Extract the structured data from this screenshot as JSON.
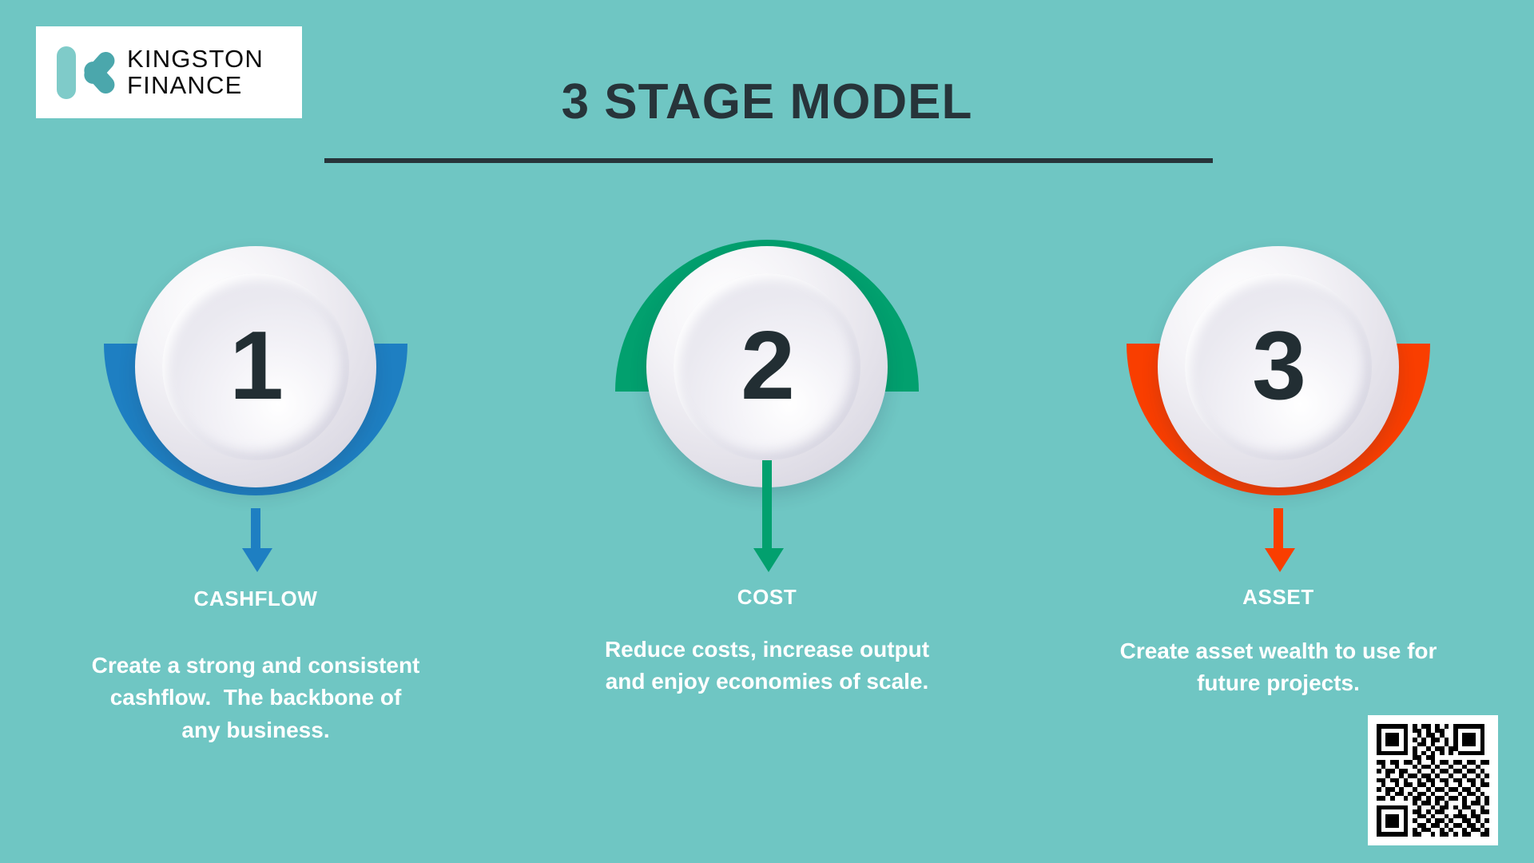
{
  "background_color": "#6FC6C3",
  "logo": {
    "mark_name": "kingston-k-mark",
    "line1": "KINGSTON",
    "line2": "FINANCE",
    "mark_light_color": "#7FCBC9",
    "mark_dark_color": "#4BA7AC"
  },
  "header": {
    "title": "3 STAGE MODEL",
    "title_color": "#27343A",
    "rule_color": "#27343A"
  },
  "stages": [
    {
      "number": "1",
      "label": "CASHFLOW",
      "description": "Create a strong and consistent\ncashflow.  The backbone of\nany business.",
      "accent": "#1E7FC2",
      "arc_position": "bottom"
    },
    {
      "number": "2",
      "label": "COST",
      "description": "Reduce costs, increase output\nand enjoy economies of scale.",
      "accent": "#02A06E",
      "arc_position": "top"
    },
    {
      "number": "3",
      "label": "ASSET",
      "description": "Create asset wealth to use for\nfuture projects.",
      "accent": "#F93E00",
      "arc_position": "bottom"
    }
  ],
  "qr": {
    "name": "qr-code",
    "modules": [
      "1111111010110101011111110",
      "1000001011010110010000010",
      "1011101001011010010111010",
      "1011101010101101010111010",
      "1011101001101001010111010",
      "1000001010010110110000010",
      "1111111010101010101111110",
      "0000000011011000000000000",
      "1101101101001011011011011",
      "0100100010110100100100100",
      "1011011001001011011011010",
      "0010010110110100100100101",
      "1101101001011011011011010",
      "0100101101101001001001011",
      "1011010010010110110110100",
      "0010110101101001001011010",
      "1101001011010110110100101",
      "0000000010110101000101101",
      "1111111001001011010110010",
      "1000001011010110001001011",
      "1011101001101001011101100",
      "1011101010010110100110101",
      "1011101001101101011011010",
      "1000001010110010100101101",
      "1111111011001011010110011"
    ]
  }
}
